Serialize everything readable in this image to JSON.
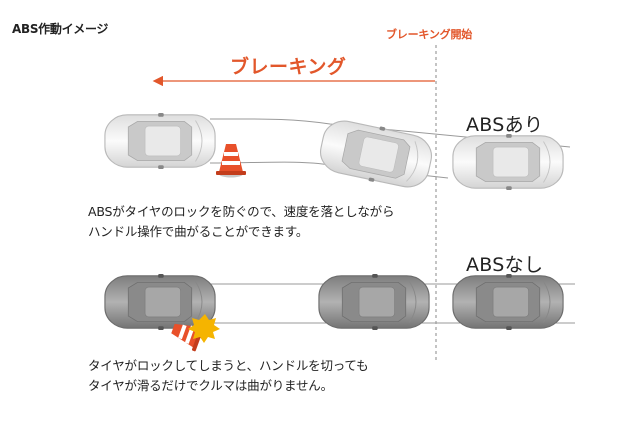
{
  "title": "ABS作動イメージ",
  "braking_start_label": "ブレーキング開始",
  "braking_label": "ブレーキング",
  "abs_on": {
    "label": "ABSあり",
    "description_line1": "ABSがタイヤのロックを防ぐので、速度を落としながら",
    "description_line2": "ハンドル操作で曲がることができます。"
  },
  "abs_off": {
    "label": "ABSなし",
    "description_line1": "タイヤがロックしてしまうと、ハンドルを切っても",
    "description_line2": "タイヤが滑るだけでクルマは曲がりません。"
  },
  "colors": {
    "accent": "#e2572b",
    "car_white": "#f1f1f1",
    "car_gray": "#9a9a9a",
    "cone_orange": "#e8502a",
    "impact_yellow": "#f5b400"
  }
}
